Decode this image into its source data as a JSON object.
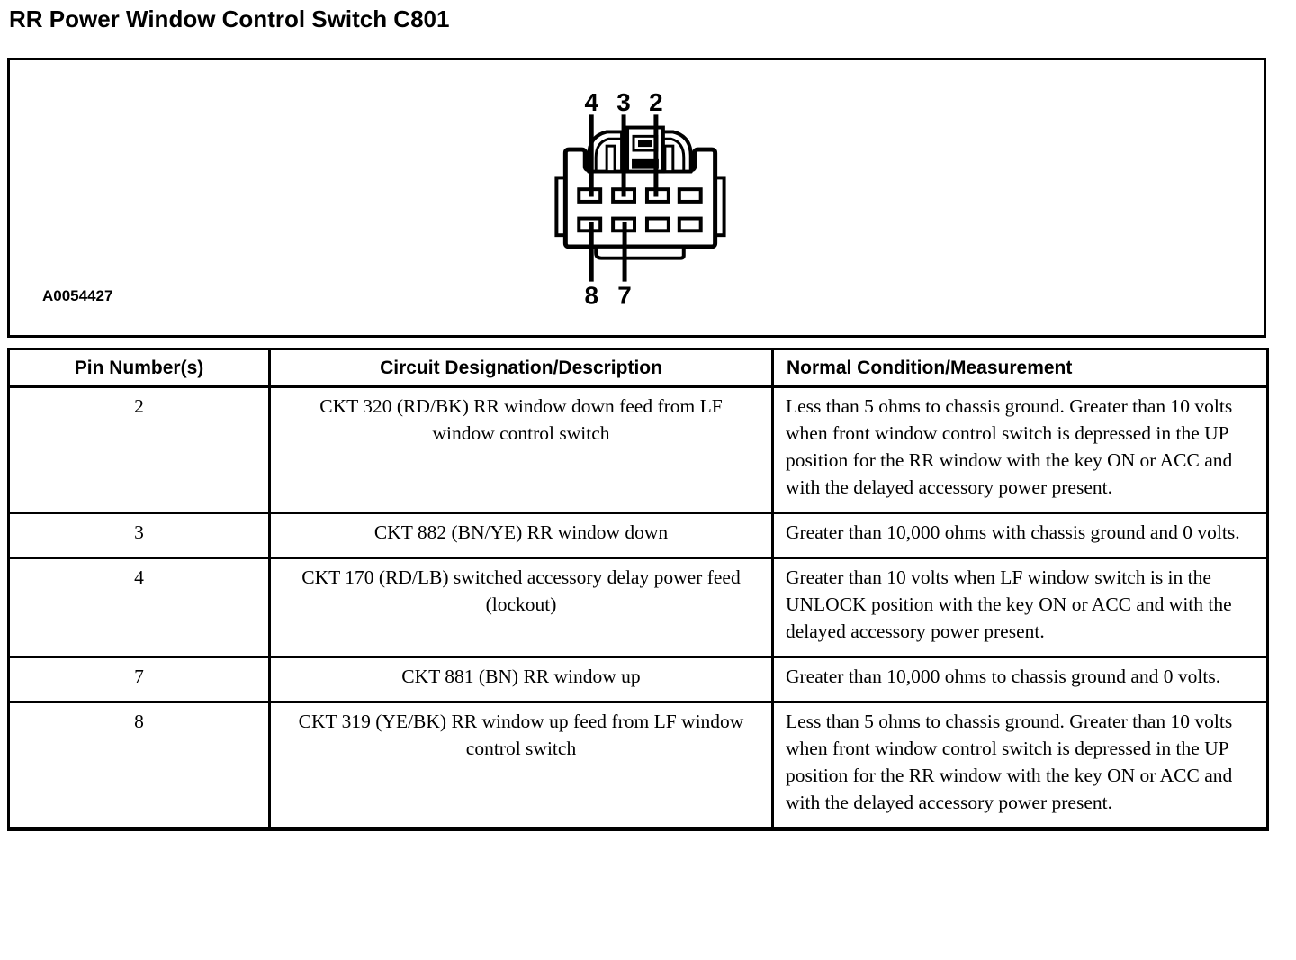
{
  "page": {
    "title": "RR Power Window Control Switch C801"
  },
  "figure": {
    "label": "A0054427",
    "connector": {
      "description": "8-cavity connector, face view, with locking latch on top",
      "top_pin_labels": [
        "4",
        "3",
        "2"
      ],
      "bottom_pin_labels": [
        "8",
        "7"
      ]
    }
  },
  "table": {
    "headers": {
      "pin": "Pin Number(s)",
      "circuit": "Circuit Designation/Description",
      "condition": "Normal Condition/Measurement"
    },
    "rows": [
      {
        "pin": "2",
        "circuit": "CKT 320 (RD/BK) RR window down feed from LF window control switch",
        "condition": "Less than 5 ohms to chassis ground. Greater than 10 volts when front window control switch is depressed in the UP position for the RR window with the key ON or ACC and with the delayed accessory power present."
      },
      {
        "pin": "3",
        "circuit": "CKT 882 (BN/YE) RR window down",
        "condition": "Greater than 10,000 ohms with chassis ground and 0 volts."
      },
      {
        "pin": "4",
        "circuit": "CKT 170 (RD/LB) switched accessory delay power feed (lockout)",
        "condition": "Greater than 10 volts when LF window switch is in the UNLOCK position with the key ON or ACC and with the delayed accessory power present."
      },
      {
        "pin": "7",
        "circuit": "CKT 881 (BN) RR window up",
        "condition": "Greater than 10,000 ohms to chassis ground and 0 volts."
      },
      {
        "pin": "8",
        "circuit": "CKT 319 (YE/BK) RR window up feed from LF window control switch",
        "condition": "Less than 5 ohms to chassis ground. Greater than 10 volts when front window control switch is depressed in the UP position for the RR window with the key ON or ACC and with the delayed accessory power present."
      }
    ]
  },
  "colors": {
    "ink": "#000000",
    "paper": "#ffffff"
  }
}
